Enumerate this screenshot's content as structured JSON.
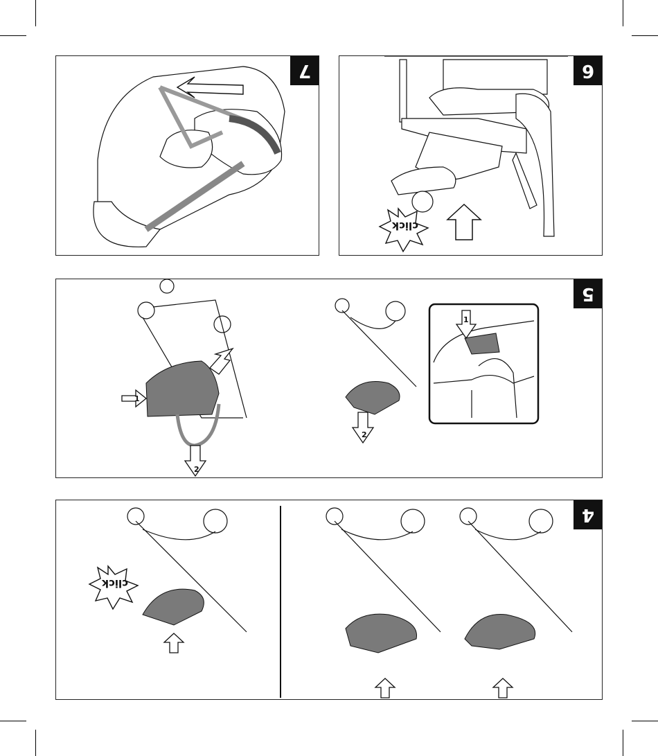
{
  "steps": {
    "s7": {
      "number": "7"
    },
    "s6": {
      "number": "6",
      "click": "click"
    },
    "s5": {
      "number": "5",
      "arrow_1": "1",
      "arrow_2": "2",
      "arrow_1b": "1",
      "arrow_2b": "2",
      "arrow_1c": "1"
    },
    "s4": {
      "number": "4",
      "click": "click"
    }
  },
  "colors": {
    "ink": "#111111",
    "fabric": "#7a7a7a",
    "fabric_dark": "#555555",
    "strap": "#9a9a9a"
  }
}
